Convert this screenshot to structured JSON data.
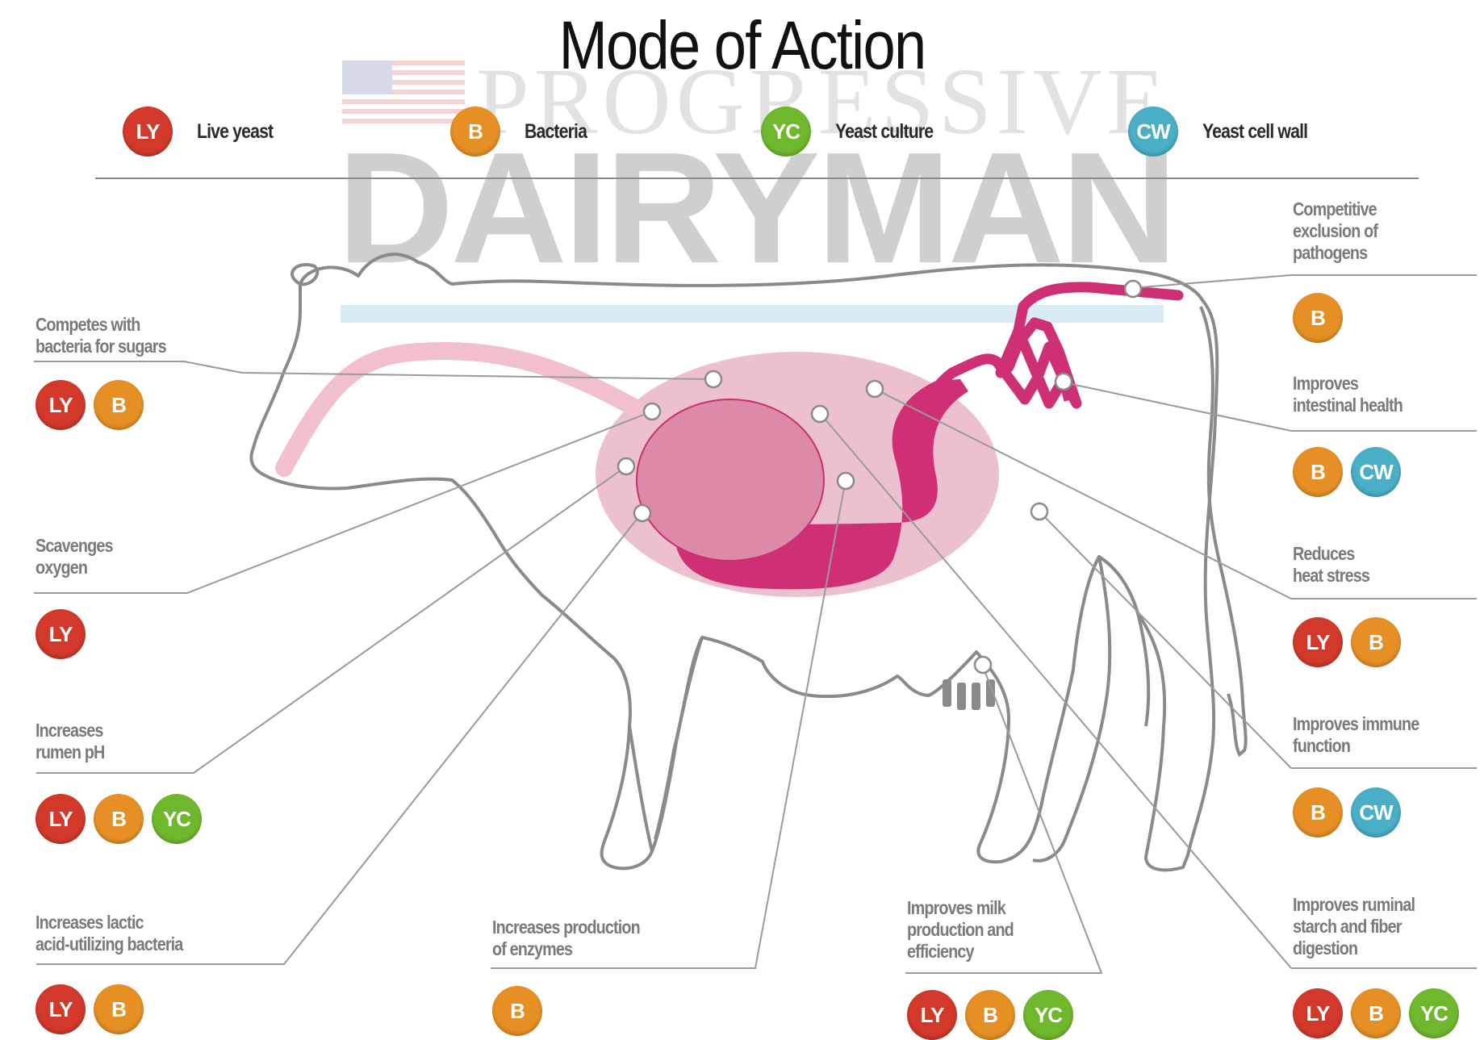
{
  "title": "Mode of Action",
  "watermark": {
    "line1": "PROGRESSIVE",
    "line2": "DAIRYMAN"
  },
  "badge_colors": {
    "LY": "#d2392b",
    "B": "#e68f25",
    "YC": "#6fb82d",
    "CW": "#49aec6"
  },
  "legend": [
    {
      "code": "LY",
      "label": "Live yeast"
    },
    {
      "code": "B",
      "label": "Bacteria"
    },
    {
      "code": "YC",
      "label": "Yeast culture"
    },
    {
      "code": "CW",
      "label": "Yeast cell wall"
    }
  ],
  "callouts": {
    "competes_sugars": {
      "text": "Competes with\nbacteria for sugars",
      "badges": [
        "LY",
        "B"
      ]
    },
    "scavenges_oxygen": {
      "text": "Scavenges\noxygen",
      "badges": [
        "LY"
      ]
    },
    "increases_ph": {
      "text": "Increases\nrumen pH",
      "badges": [
        "LY",
        "B",
        "YC"
      ]
    },
    "lactic_bacteria": {
      "text": "Increases lactic\nacid-utilizing bacteria",
      "badges": [
        "LY",
        "B"
      ]
    },
    "enzymes": {
      "text": "Increases production\nof enzymes",
      "badges": [
        "B"
      ]
    },
    "milk": {
      "text": "Improves milk\nproduction and\nefficiency",
      "badges": [
        "LY",
        "B",
        "YC"
      ]
    },
    "pathogens": {
      "text": "Competitive\nexclusion of\npathogens",
      "badges": [
        "B"
      ]
    },
    "intestinal": {
      "text": "Improves\nintestinal health",
      "badges": [
        "B",
        "CW"
      ]
    },
    "heat_stress": {
      "text": "Reduces\nheat stress",
      "badges": [
        "LY",
        "B"
      ]
    },
    "immune": {
      "text": "Improves immune\nfunction",
      "badges": [
        "B",
        "CW"
      ]
    },
    "ruminal_digestion": {
      "text": "Improves ruminal\nstarch and fiber\ndigestion",
      "badges": [
        "LY",
        "B",
        "YC"
      ]
    }
  }
}
